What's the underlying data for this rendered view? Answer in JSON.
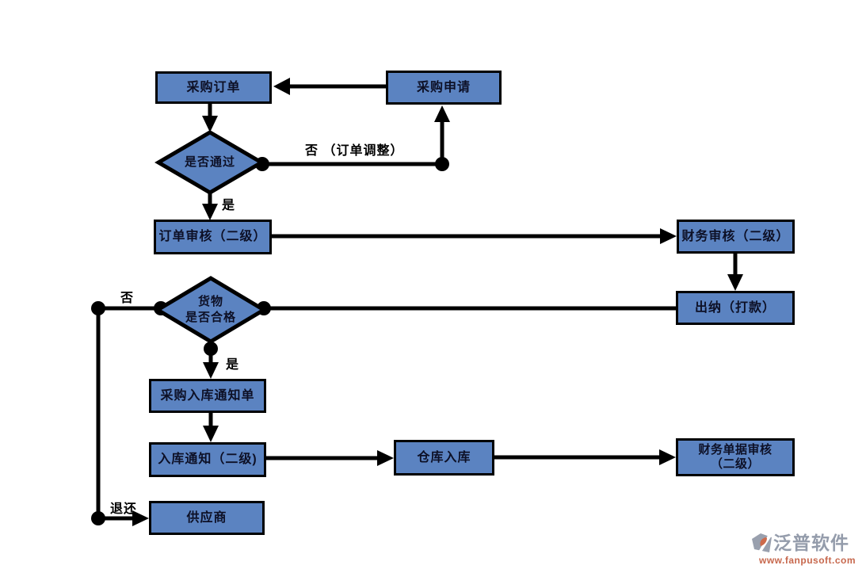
{
  "nodes": {
    "purchase_order": {
      "label": "采购订单"
    },
    "purchase_request": {
      "label": "采购申请"
    },
    "decision_pass": {
      "label": "是否通过"
    },
    "order_review": {
      "label": "订单审核（二级）"
    },
    "finance_review": {
      "label": "财务审核（二级）"
    },
    "cashier": {
      "label": "出纳（打款）"
    },
    "decision_goods": {
      "line1": "货物",
      "line2": "是否合格"
    },
    "purchase_inbound_notice": {
      "label": "采购入库通知单"
    },
    "inbound_notice": {
      "label": "入库通知（二级)"
    },
    "warehouse_inbound": {
      "label": "仓库入库"
    },
    "finance_doc_review": {
      "line1": "财务单据审核",
      "line2": "（二级）"
    },
    "supplier": {
      "label": "供应商"
    }
  },
  "edge_labels": {
    "no_order_adjust": "否 （订单调整）",
    "yes_pass": "是",
    "no_goods": "否",
    "yes_goods": "是",
    "return_goods": "退还"
  },
  "colors": {
    "node_fill": "#5b83c1",
    "node_border": "#000000",
    "connector": "#000000",
    "watermark_brand": "#949cab",
    "watermark_url": "#c7684d"
  },
  "watermark": {
    "brand": "泛普软件",
    "url": "www.fanpusoft.com"
  }
}
